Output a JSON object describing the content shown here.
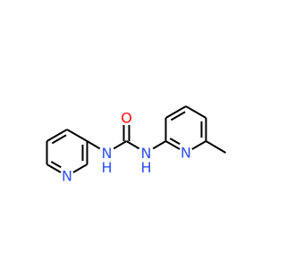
{
  "molecule": {
    "atoms": [
      {
        "id": "O1",
        "symbol": "O",
        "label": "O",
        "color": "#FF0D0D"
      },
      {
        "id": "N1",
        "symbol": "N",
        "label": "NH",
        "color": "#3050F8"
      },
      {
        "id": "N2",
        "symbol": "N",
        "label": "NH",
        "color": "#3050F8"
      },
      {
        "id": "N3",
        "symbol": "N",
        "label": "N",
        "color": "#3050F8"
      },
      {
        "id": "N4",
        "symbol": "N",
        "label": "N",
        "color": "#3050F8"
      },
      {
        "id": "C1",
        "symbol": "C",
        "label": "",
        "color": "#000000"
      },
      {
        "id": "C2",
        "symbol": "C",
        "label": "",
        "color": "#000000"
      },
      {
        "id": "C3",
        "symbol": "C",
        "label": "",
        "color": "#000000"
      },
      {
        "id": "C4",
        "symbol": "C",
        "label": "",
        "color": "#000000"
      },
      {
        "id": "C5",
        "symbol": "C",
        "label": "",
        "color": "#000000"
      },
      {
        "id": "C6",
        "symbol": "C",
        "label": "",
        "color": "#000000"
      },
      {
        "id": "C7",
        "symbol": "C",
        "label": "",
        "color": "#000000"
      },
      {
        "id": "C8",
        "symbol": "C",
        "label": "",
        "color": "#000000"
      },
      {
        "id": "C9",
        "symbol": "C",
        "label": "",
        "color": "#000000"
      },
      {
        "id": "C10",
        "symbol": "C",
        "label": "",
        "color": "#000000"
      },
      {
        "id": "C11",
        "symbol": "C",
        "label": "",
        "color": "#000000"
      },
      {
        "id": "C12",
        "symbol": "C",
        "label": "",
        "color": "#000000"
      }
    ],
    "bonds": [
      {
        "from": "C1",
        "to": "O1",
        "order": 2
      },
      {
        "from": "C1",
        "to": "N1",
        "order": 1
      },
      {
        "from": "C1",
        "to": "N2",
        "order": 1
      },
      {
        "from": "N1",
        "to": "C2",
        "order": 1
      },
      {
        "from": "C2",
        "to": "C3",
        "order": 2
      },
      {
        "from": "C3",
        "to": "N3",
        "order": 1
      },
      {
        "from": "N3",
        "to": "C4",
        "order": 2
      },
      {
        "from": "C4",
        "to": "C5",
        "order": 1
      },
      {
        "from": "C5",
        "to": "C6",
        "order": 2
      },
      {
        "from": "C6",
        "to": "C2",
        "order": 1
      },
      {
        "from": "N2",
        "to": "C7",
        "order": 1
      },
      {
        "from": "C7",
        "to": "N4",
        "order": 2
      },
      {
        "from": "N4",
        "to": "C8",
        "order": 1
      },
      {
        "from": "C8",
        "to": "C9",
        "order": 2
      },
      {
        "from": "C9",
        "to": "C10",
        "order": 1
      },
      {
        "from": "C10",
        "to": "C11",
        "order": 2
      },
      {
        "from": "C11",
        "to": "C7",
        "order": 1
      },
      {
        "from": "C8",
        "to": "C12",
        "order": 1
      }
    ]
  }
}
